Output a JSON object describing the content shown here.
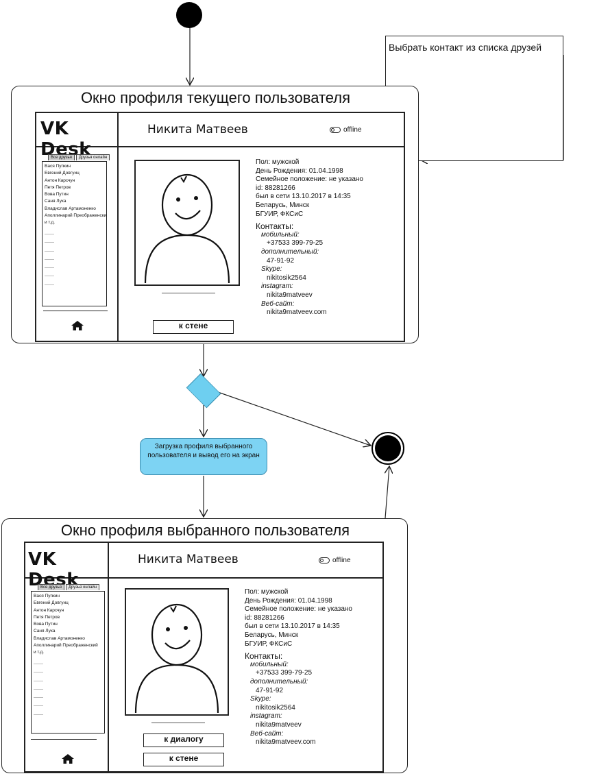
{
  "note": "Выбрать контакт из списка друзей",
  "action": "Загрузка профиля выбранного пользователя и вывод его на экран",
  "colors": {
    "action_fill": "#7dd3f3",
    "decision_fill": "#6ecff0",
    "line": "#222222"
  },
  "screens": [
    {
      "title": "Окно профиля текущего пользователя",
      "logo": "VK Desk",
      "user_name": "Никита Матвеев",
      "status": "offline",
      "tabs": [
        "Все друзья",
        "Друзья онлайн"
      ],
      "friends": [
        "Вася Пупкин",
        "Евгений Довгуиц",
        "Антон Карсчун",
        "Петя Петров",
        "Вова Путин",
        "Саня Лука",
        "Владислав Артамоненко",
        "Аполлинарий Преображенский",
        "и т.д."
      ],
      "info": {
        "gender": "Пол: мужской",
        "birthday": "День Рождения: 01.04.1998",
        "family": "Семейное положение: не указано",
        "id": "id: 88281266",
        "last_seen": "был в сети 13.10.2017 в 14:35",
        "city": "Беларусь, Минск",
        "uni": "БГУИР, ФКСиС",
        "contacts_title": "Контакты:",
        "mobile_label": "мобильный:",
        "mobile": "+37533 399-79-25",
        "extra_label": "дополнительный:",
        "extra": "47-91-92",
        "skype_label": "Skype:",
        "skype": "nikitosik2564",
        "instagram_label": "instagram:",
        "instagram": "nikita9matveev",
        "web_label": "Веб-сайт:",
        "web": "nikita9matveev.com"
      },
      "buttons": [
        "к стене"
      ],
      "home_icon": "home-icon"
    },
    {
      "title": "Окно профиля выбранного пользователя",
      "logo": "VK Desk",
      "user_name": "Никита Матвеев",
      "status": "offline",
      "tabs": [
        "Все друзья",
        "Друзья онлайн"
      ],
      "friends": [
        "Вася Пупкин",
        "Евгений Довгуиц",
        "Антон Карсчун",
        "Петя Петров",
        "Вова Путин",
        "Саня Лука",
        "Владислав Артамоненко",
        "Аполлинарий Преображенский",
        "и т.д."
      ],
      "info": {
        "gender": "Пол: мужской",
        "birthday": "День Рождения: 01.04.1998",
        "family": "Семейное положение: не указано",
        "id": "id: 88281266",
        "last_seen": "был в сети 13.10.2017 в 14:35",
        "city": "Беларусь, Минск",
        "uni": "БГУИР, ФКСиС",
        "contacts_title": "Контакты:",
        "mobile_label": "мобильный:",
        "mobile": "+37533 399-79-25",
        "extra_label": "дополнительный:",
        "extra": "47-91-92",
        "skype_label": "Skype:",
        "skype": "nikitosik2564",
        "instagram_label": "instagram:",
        "instagram": "nikita9matveev",
        "web_label": "Веб-сайт:",
        "web": "nikita9matveev.com"
      },
      "buttons": [
        "к диалогу",
        "к стене"
      ],
      "home_icon": "home-icon"
    }
  ]
}
